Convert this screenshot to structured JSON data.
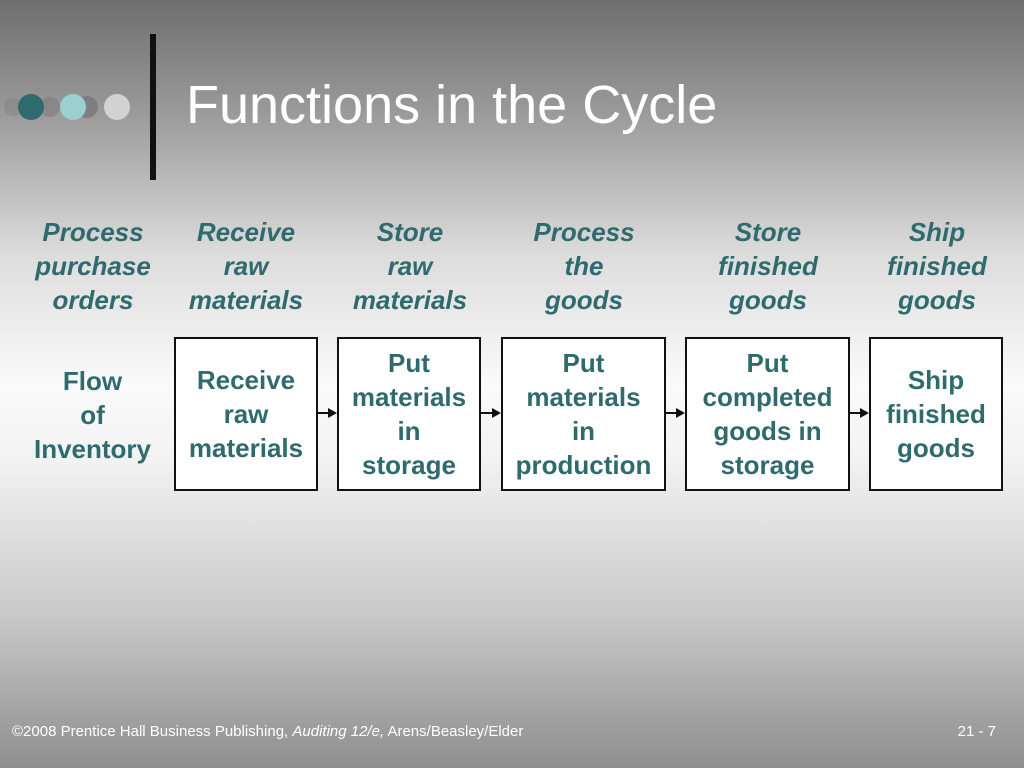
{
  "slide": {
    "title": "Functions in the Cycle",
    "colors": {
      "accent": "#2f6b6e",
      "dot_dark": "#2f6b6e",
      "dot_light": "#9ccfd0",
      "dot_gray": "#d2d2d2"
    }
  },
  "headings": [
    "Process\npurchase\norders",
    "Receive\nraw\nmaterials",
    "Store\nraw\nmaterials",
    "Process\nthe\ngoods",
    "Store\nfinished\ngoods",
    "Ship\nfinished\ngoods"
  ],
  "flow": {
    "label": "Flow\nof\nInventory",
    "boxes": [
      "Receive\nraw\nmaterials",
      "Put\nmaterials\nin\nstorage",
      "Put\nmaterials\nin\nproduction",
      "Put\ncompleted\ngoods in\nstorage",
      "Ship\nfinished\ngoods"
    ]
  },
  "footer": {
    "copyright": "©2008 Prentice Hall Business Publishing, ",
    "book": "Auditing 12/e,",
    "authors": " Arens/Beasley/Elder",
    "page": "21 - 7"
  }
}
